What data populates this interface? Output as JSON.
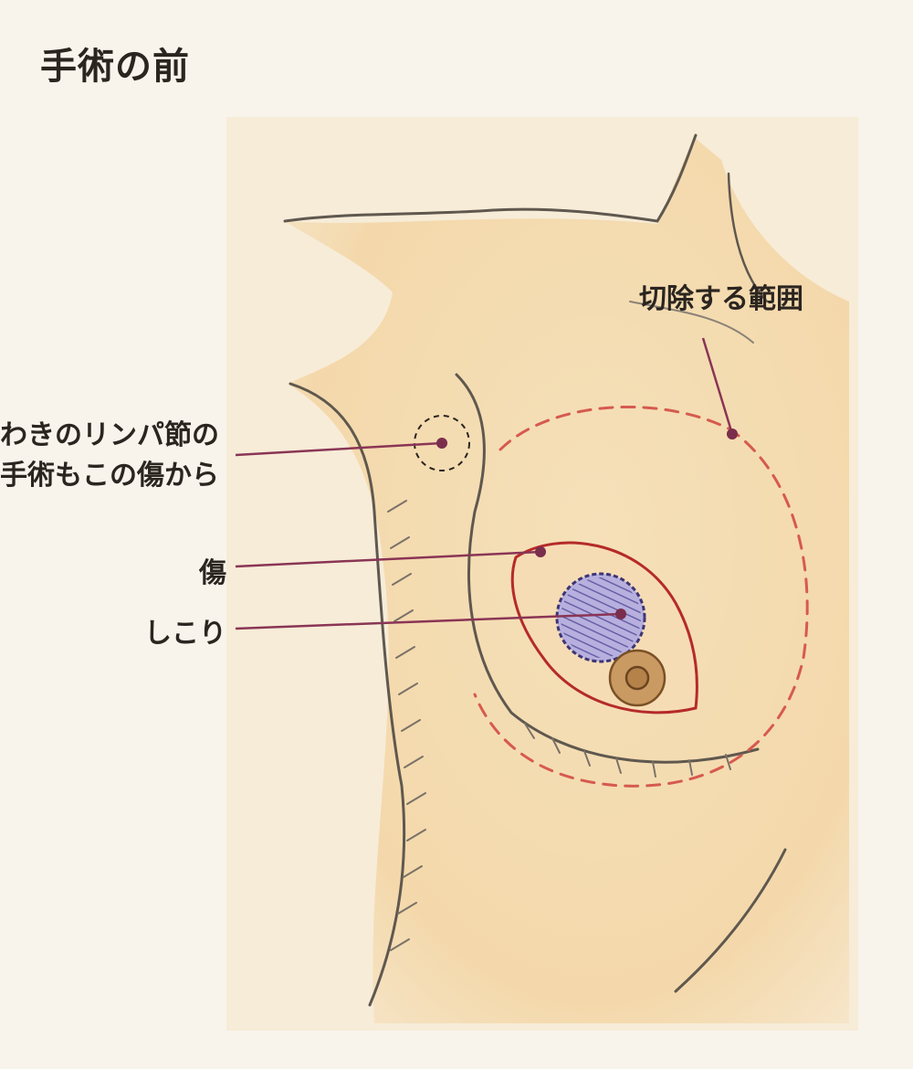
{
  "title": "手術の前",
  "labels": {
    "lymph_line1": "わきのリンパ節の",
    "lymph_line2": "手術もこの傷から",
    "wound": "傷",
    "lump": "しこり",
    "excision_area": "切除する範囲"
  },
  "colors": {
    "background": "#f8f4ec",
    "paper": "#f7ecd8",
    "skin": "#f3d9ac",
    "outline": "#5f584f",
    "leader": "#8a3555",
    "dot": "#7a2e4c",
    "excision_dash": "#d65a4e",
    "incision": "#b52a2a",
    "tumor": "#6c62b0",
    "nipple": "#b5824a"
  }
}
